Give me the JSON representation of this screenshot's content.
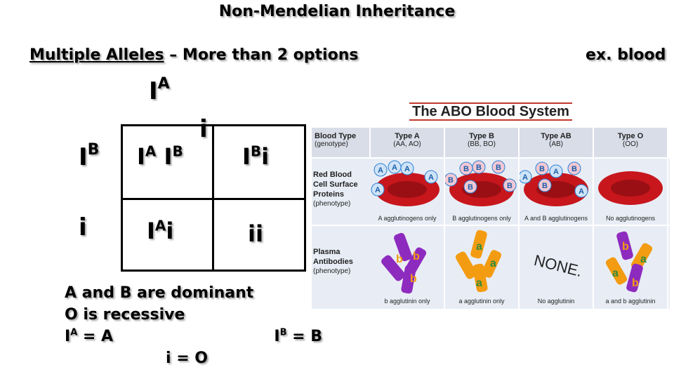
{
  "title": "Non-Mendelian Inheritance",
  "subtitle": {
    "underlined": "Multiple Alleles",
    "rest": " – More than 2 options"
  },
  "example": "ex. blood",
  "punnett": {
    "top_parent": {
      "base": "I",
      "sup": "A"
    },
    "top_parent2": {
      "base": "i"
    },
    "side_parent1": {
      "base": "I",
      "sup": "B"
    },
    "side_parent2": {
      "base": "i"
    },
    "cells": {
      "c11": {
        "a": "I",
        "a_sup": "A",
        "b": "I",
        "b_sup": "B"
      },
      "c12": {
        "a": "I",
        "a_sup": "B",
        "b": "i"
      },
      "c21": {
        "a": "I",
        "a_sup": "A",
        "b": "i"
      },
      "c22": {
        "a": "ii"
      }
    }
  },
  "notes": {
    "line1": "A and B are dominant",
    "line2": "O is recessive",
    "ia_base": "I",
    "ia_sup": "A",
    "ia_eq": " = A",
    "ib_base": "I",
    "ib_sup": "B",
    "ib_eq": " = B",
    "io": "i = O"
  },
  "abo": {
    "title": "The ABO Blood System",
    "headers": [
      {
        "label": "Blood Type",
        "genotype": "(genotype)"
      },
      {
        "label": "Type A",
        "genotype": "(AA, AO)"
      },
      {
        "label": "Type B",
        "genotype": "(BB, BO)"
      },
      {
        "label": "Type AB",
        "genotype": "(AB)"
      },
      {
        "label": "Type O",
        "genotype": "(OO)"
      }
    ],
    "row1_label": {
      "l1": "Red Blood",
      "l2": "Cell Surface",
      "l3": "Proteins",
      "p": "(phenotype)"
    },
    "row1_captions": [
      "A agglutinogens only",
      "B agglutinogens only",
      "A and B agglutinogens",
      "No agglutinogens"
    ],
    "row2_label": {
      "l1": "Plasma",
      "l2": "Antibodies",
      "p": "(phenotype)"
    },
    "row2_captions": [
      "b agglutinin only",
      "a agglutinin only",
      "No agglutinin",
      "a and b agglutinin"
    ],
    "none_text": "NONE.",
    "colors": {
      "cell_red": "#c8161d",
      "antigen_blue": "#2a7fd4",
      "antibody_purple": "#8e2bbf",
      "antibody_orange": "#f39c12"
    }
  }
}
